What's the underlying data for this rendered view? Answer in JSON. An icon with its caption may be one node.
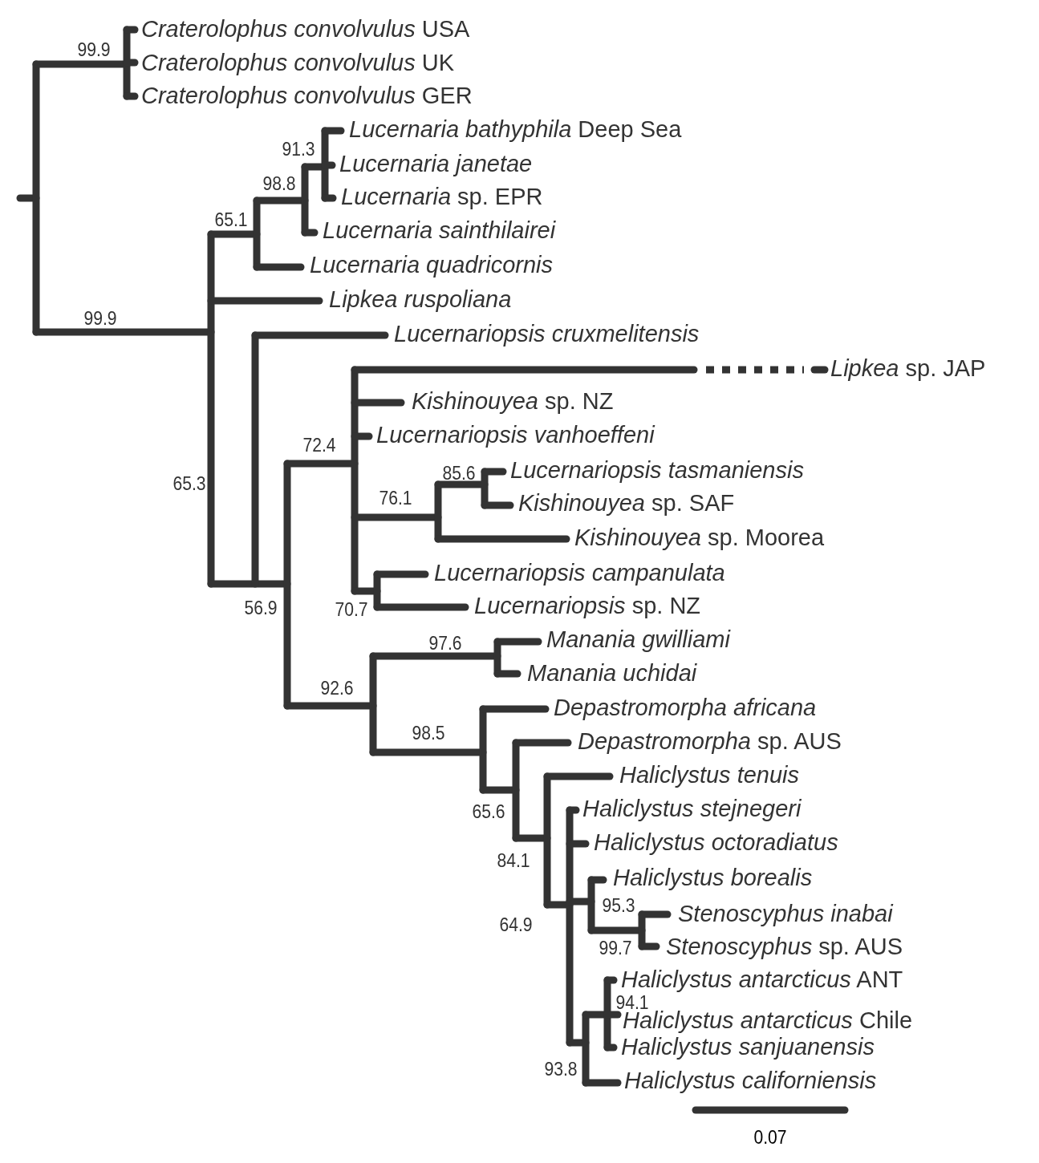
{
  "diagram": {
    "labels": [
      "*Craterolophus convolvulus* USA",
      "99.9",
      "*Craterolophus convolvulus* UK",
      "*Craterolophus convolvulus* GER",
      "*Lucernaria bathyphila* Deep Sea",
      "91.3",
      "Lucernaria janetae",
      "98.8",
      "*Lucernaria* sp. EPR",
      "65.1",
      "Lucernaria sainthilairei",
      "Lucernaria quadricornis",
      "Lipkea ruspoliana",
      "99.9",
      "Lucernariopsis cruxmelitensis",
      "*Lipkea* sp. JAP",
      "*Kishinouyea* sp. NZ",
      "Lucernariopsis vanhoeffeni",
      "72.4",
      "Lucernariopsis tasmaniensis",
      "85.6",
      "65.3",
      "76.1",
      "*Kishinouyea* sp. SAF",
      "*Kishinouyea* sp. Moorea",
      "Lucernariopsis campanulata",
      "*Lucernariopsis* sp. NZ",
      "56.9",
      "70.7",
      "Manania gwilliami",
      "97.6",
      "Manania uchidai",
      "92.6",
      "Depastromorpha africana",
      "98.5",
      "*Depastromorpha* sp. AUS",
      "Haliclystus tenuis",
      "Haliclystus stejnegeri",
      "65.6",
      "Haliclystus octoradiatus",
      "84.1",
      "Haliclystus borealis",
      "95.3",
      "Stenoscyphus inabai",
      "64.9",
      "*Stenoscyphus* sp. AUS",
      "99.7",
      "*Haliclystus antarcticus* ANT",
      "94.1",
      "*Haliclystus antarcticus* Chile",
      "Haliclystus sanjuanensis",
      "93.8",
      "Haliclystus californiensis",
      "0.07"
    ]
  }
}
